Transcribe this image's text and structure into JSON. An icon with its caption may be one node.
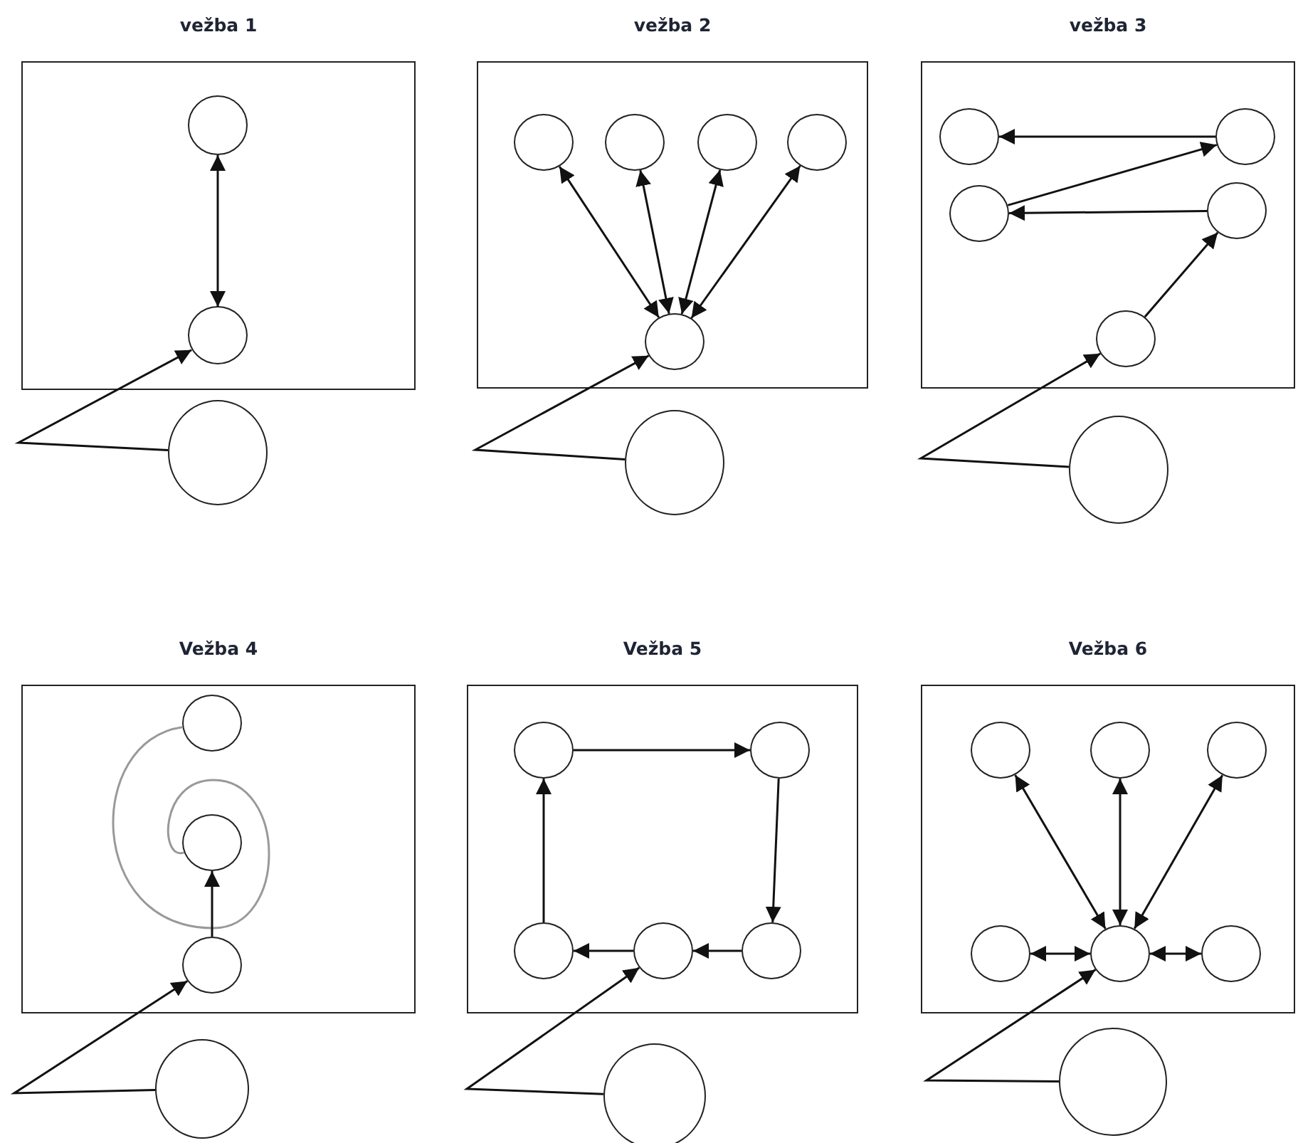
{
  "diagram": {
    "nodes": [
      {
        "text": [
          "vežba 1"
        ]
      },
      {
        "text": [],
        "shape": "circle",
        "in": 0
      },
      {
        "text": [],
        "shape": "circle",
        "in": 0
      },
      {
        "text": [],
        "shape": "circle"
      },
      {
        "text": [
          "vežba 2"
        ]
      },
      {
        "text": [],
        "shape": "circle",
        "in": 4
      },
      {
        "text": [],
        "shape": "circle",
        "in": 4
      },
      {
        "text": [],
        "shape": "circle",
        "in": 4
      },
      {
        "text": [],
        "shape": "circle",
        "in": 4
      },
      {
        "text": [],
        "shape": "circle",
        "in": 4
      },
      {
        "text": [],
        "shape": "circle"
      },
      {
        "text": [
          "vežba 3"
        ]
      },
      {
        "text": [],
        "shape": "circle",
        "in": 11
      },
      {
        "text": [],
        "shape": "circle",
        "in": 11
      },
      {
        "text": [],
        "shape": "circle",
        "in": 11
      },
      {
        "text": [],
        "shape": "circle",
        "in": 11
      },
      {
        "text": [],
        "shape": "circle",
        "in": 11
      },
      {
        "text": [],
        "shape": "circle"
      },
      {
        "text": [
          "Vežba 4"
        ]
      },
      {
        "text": [],
        "shape": "circle",
        "in": 18
      },
      {
        "text": [],
        "shape": "circle",
        "in": 18
      },
      {
        "text": [],
        "shape": "circle",
        "in": 18
      },
      {
        "text": [],
        "shape": "circle"
      },
      {
        "text": [
          "Vežba 5"
        ]
      },
      {
        "text": [],
        "shape": "circle",
        "in": 23
      },
      {
        "text": [],
        "shape": "circle",
        "in": 23
      },
      {
        "text": [],
        "shape": "circle",
        "in": 23
      },
      {
        "text": [],
        "shape": "circle",
        "in": 23
      },
      {
        "text": [],
        "shape": "circle",
        "in": 23
      },
      {
        "text": [],
        "shape": "circle"
      },
      {
        "text": [
          "Vežba 6"
        ]
      },
      {
        "text": [],
        "shape": "circle",
        "in": 30
      },
      {
        "text": [],
        "shape": "circle",
        "in": 30
      },
      {
        "text": [],
        "shape": "circle",
        "in": 30
      },
      {
        "text": [],
        "shape": "circle",
        "in": 30
      },
      {
        "text": [],
        "shape": "circle",
        "in": 30
      },
      {
        "text": [],
        "shape": "circle",
        "in": 30
      },
      {
        "text": [],
        "shape": "circle"
      }
    ],
    "edges": [
      {
        "from": 1,
        "to": 2,
        "arrow": "both"
      },
      {
        "from": 3,
        "to": 2,
        "arrow": "to"
      },
      {
        "from": 9,
        "to": 5,
        "arrow": "both"
      },
      {
        "from": 9,
        "to": 6,
        "arrow": "both"
      },
      {
        "from": 9,
        "to": 7,
        "arrow": "both"
      },
      {
        "from": 9,
        "to": 8,
        "arrow": "both"
      },
      {
        "from": 10,
        "to": 9,
        "arrow": "to"
      },
      {
        "from": 13,
        "to": 12,
        "arrow": "to"
      },
      {
        "from": 14,
        "to": 13,
        "arrow": "to"
      },
      {
        "from": 15,
        "to": 14,
        "arrow": "to"
      },
      {
        "from": 16,
        "to": 15,
        "arrow": "to"
      },
      {
        "from": 17,
        "to": 16,
        "arrow": "to"
      },
      {
        "from": 19,
        "to": 20,
        "arrow": "none",
        "color": "#999999"
      },
      {
        "from": 21,
        "to": 20,
        "arrow": "to"
      },
      {
        "from": 22,
        "to": 21,
        "arrow": "to"
      },
      {
        "from": 24,
        "to": 25,
        "arrow": "to"
      },
      {
        "from": 25,
        "to": 28,
        "arrow": "to"
      },
      {
        "from": 28,
        "to": 27,
        "arrow": "to"
      },
      {
        "from": 27,
        "to": 26,
        "arrow": "to"
      },
      {
        "from": 26,
        "to": 24,
        "arrow": "to"
      },
      {
        "from": 29,
        "to": 27,
        "arrow": "to"
      },
      {
        "from": 35,
        "to": 31,
        "arrow": "both"
      },
      {
        "from": 35,
        "to": 32,
        "arrow": "both"
      },
      {
        "from": 35,
        "to": 33,
        "arrow": "both"
      },
      {
        "from": 35,
        "to": 34,
        "arrow": "both"
      },
      {
        "from": 35,
        "to": 36,
        "arrow": "both"
      },
      {
        "from": 37,
        "to": 35,
        "arrow": "to"
      }
    ]
  }
}
